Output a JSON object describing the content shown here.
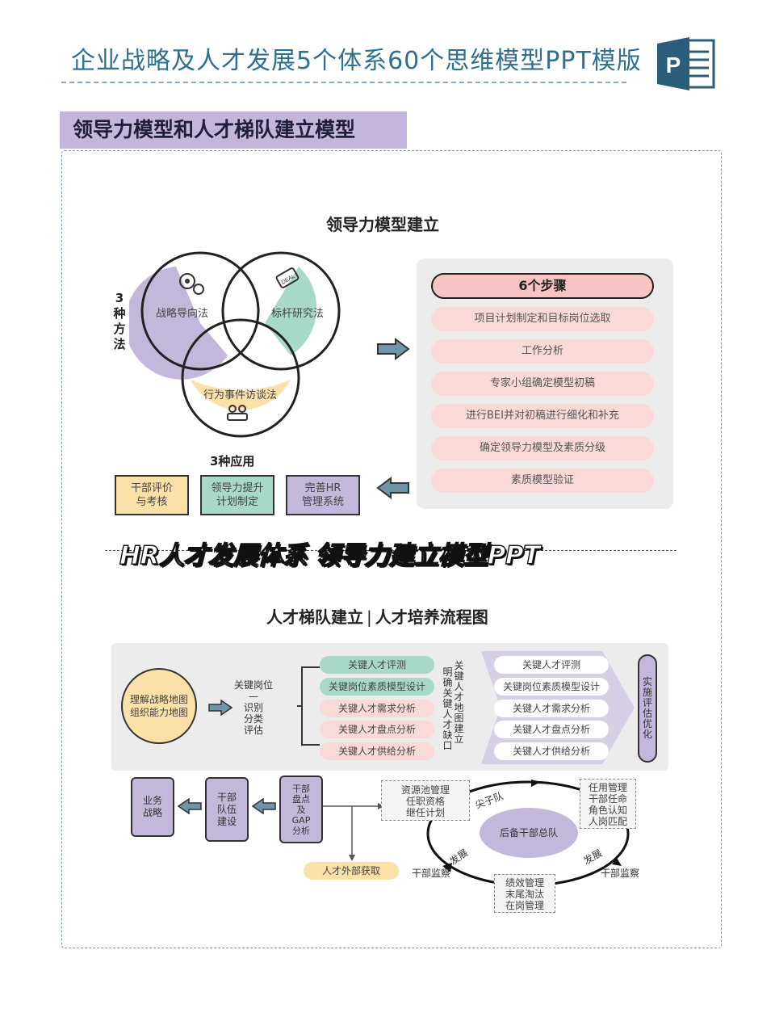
{
  "header": {
    "title": "企业战略及人才发展5个体系60个思维模型PPT模版",
    "app_icon_letter": "P",
    "app_icon": "powerpoint-icon",
    "accent_color": "#2f6f8f"
  },
  "section": {
    "title": "领导力模型和人才梯队建立模型",
    "color": "#c4b5dc"
  },
  "leadership": {
    "title": "领导力模型建立",
    "methods_label": "3种方法",
    "methods": [
      {
        "label": "战略导向法",
        "icon": "gears-icon",
        "color": "#c3b8dc"
      },
      {
        "label": "标杆研究法",
        "icon": "tag-icon",
        "color": "#a8d8c8"
      },
      {
        "label": "行为事件访谈法",
        "icon": "meeting-icon",
        "color": "#fbe0a8"
      }
    ],
    "steps_title": "6个步骤",
    "steps": [
      "项目计划制定和目标岗位选取",
      "工作分析",
      "专家小组确定模型初稿",
      "进行BEI并对初稿进行细化和补充",
      "确定领导力模型及素质分级",
      "素质模型验证"
    ],
    "applications_title": "3种应用",
    "applications": [
      {
        "label": "干部评价\n与考核",
        "color": "#fbe0a8"
      },
      {
        "label": "领导力提升\n计划制定",
        "color": "#a8d8c8"
      },
      {
        "label": "完善HR\n管理系统",
        "color": "#c3b8dc"
      }
    ]
  },
  "banner": "HR人才发展体系 领导力建立模型PPT",
  "talent": {
    "title_left": "人才梯队建立",
    "title_sep": "|",
    "title_right": "人才培养流程图",
    "oval": "理解战略地图\n组织能力地图",
    "identify": {
      "top": "关键岗位",
      "dash": "—",
      "lines": [
        "识别",
        "分类",
        "评估"
      ]
    },
    "middle_items": [
      {
        "label": "关键人才评测",
        "color": "#a8d8c8"
      },
      {
        "label": "关键岗位素质模型设计",
        "color": "#a8d8c8"
      },
      {
        "label": "关键人才需求分析",
        "color": "#fad9d9"
      },
      {
        "label": "关键人才盘点分析",
        "color": "#fad9d9"
      },
      {
        "label": "关键人才供给分析",
        "color": "#fad9d9"
      }
    ],
    "vertical_cols": [
      "关键人才地图建立",
      "明确关键人才缺口"
    ],
    "right_items": [
      "关键人才评测",
      "关键岗位素质模型设计",
      "关键人才需求分析",
      "关键人才盘点分析",
      "关键人才供给分析"
    ],
    "implement": "实施评估优化",
    "bottom_boxes": [
      "业务\n战略",
      "干部\n队伍\n建设",
      "干部\n盘点\n及\nGAP\n分析"
    ],
    "external": "人才外部获取",
    "cycle": {
      "center": "后备干部总队",
      "top_left_box": "资源池管理\n任职资格\n继任计划",
      "top_right_box": "任用管理\n干部任命\n角色认知\n人岗匹配",
      "bottom_box": "绩效管理\n末尾淘汰\n在岗管理",
      "label_top": "尖子队",
      "label_left_develop": "发展",
      "label_right_develop": "发展",
      "label_left_monitor": "干部监察",
      "label_right_monitor": "干部监察"
    }
  }
}
